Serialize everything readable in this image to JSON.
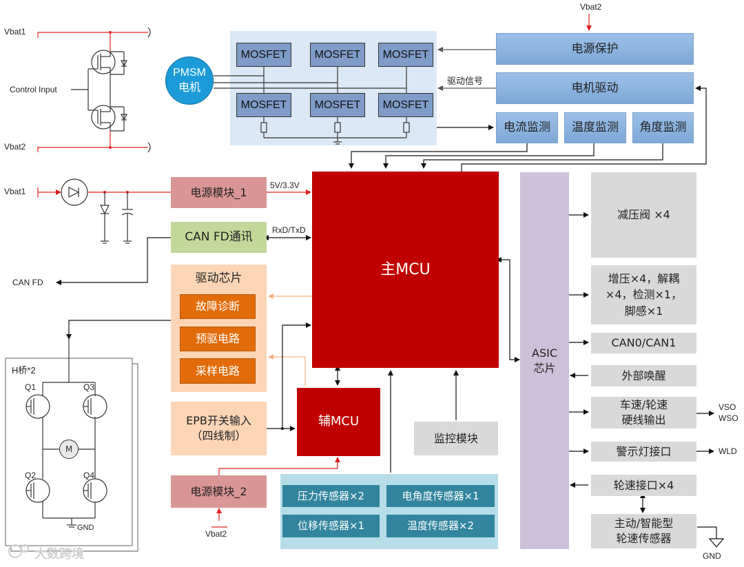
{
  "supply": {
    "vbat1_top": "Vbat1",
    "vbat2_top": "Vbat2",
    "control_input": "Control Input",
    "vbat1_mid": "Vbat1",
    "vbat2_power": "Vbat2",
    "vbat2_bottom": "Vbat2",
    "can_fd_out": "CAN FD"
  },
  "motor_bridge": {
    "pmsm": "PMSM\n电机",
    "mosfet_labels": [
      "MOSFET",
      "MOSFET",
      "MOSFET",
      "MOSFET",
      "MOSFET",
      "MOSFET"
    ],
    "drive_signal": "驱动信号"
  },
  "blocks": {
    "power_protect": "电源保护",
    "motor_drive": "电机驱动",
    "current_monitor": "电流监测",
    "temp_monitor": "温度监测",
    "angle_monitor": "角度监测",
    "power_module_1": "电源模块_1",
    "power_module_2": "电源模块_2",
    "can_fd_comm": "CAN FD通讯",
    "main_mcu": "主MCU",
    "aux_mcu": "辅MCU",
    "monitor_module": "监控模块",
    "asic": "ASIC\n芯片",
    "epb_input": "EPB开关输入\n（四线制）"
  },
  "signals": {
    "v5_33": "5V/3.3V",
    "rxd_txd": "RxD/TxD",
    "vso": "VSO",
    "wso": "WSO",
    "wld": "WLD",
    "gnd_right": "GND"
  },
  "driver_chip": {
    "title": "驱动芯片",
    "items": [
      "故障诊断",
      "预驱电路",
      "采样电路"
    ]
  },
  "sensors": [
    "压力传感器×2",
    "电角度传感器×1",
    "位移传感器×1",
    "温度传感器×2"
  ],
  "asic_outputs": [
    "减压阀 ×4",
    "增压×4，解耦\n×4，检测×1，\n脚感×1",
    "CAN0/CAN1",
    "外部唤醒",
    "车速/轮速\n硬线输出",
    "警示灯接口",
    "轮速接口×4",
    "主动/智能型\n轮速传感器"
  ],
  "hbridge": {
    "title": "H桥*2",
    "q1": "Q1",
    "q2": "Q2",
    "q3": "Q3",
    "q4": "Q4",
    "motor": "M",
    "gnd": "GND"
  },
  "watermark": "大数跨境",
  "colors": {
    "mcu_red": "#c00000",
    "asic_purple": "#ccc0da",
    "sensor_teal": "#31859c",
    "supply_red": "#e02020",
    "pmsm_blue": "#1b9bd7"
  }
}
